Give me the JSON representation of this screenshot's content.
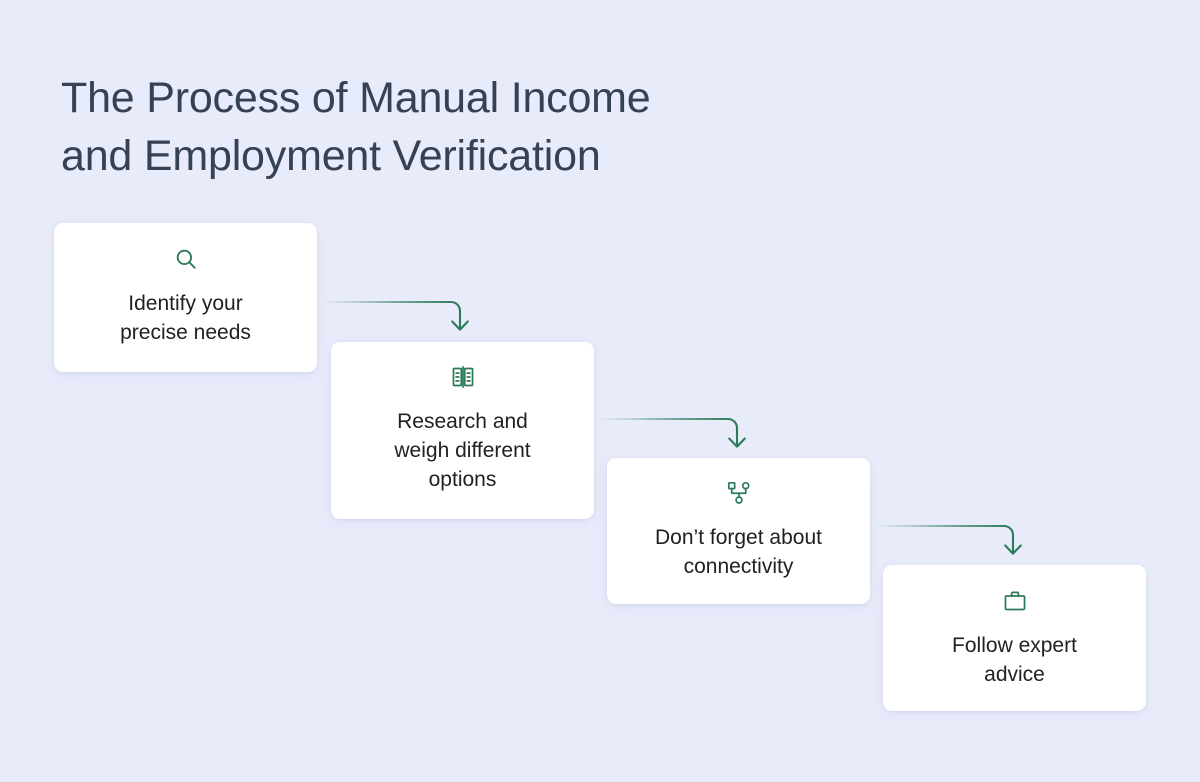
{
  "page": {
    "background_color": "#e8ebfa",
    "accent_color": "#2c7a58",
    "title_color": "#364152",
    "card_background": "#ffffff",
    "card_text_color": "#202124"
  },
  "header": {
    "title": "The Process of Manual Income\nand Employment Verification"
  },
  "steps": [
    {
      "index": 1,
      "icon": "search-icon",
      "label": "Identify your\nprecise needs"
    },
    {
      "index": 2,
      "icon": "open-book-icon",
      "label": "Research and\nweigh different\noptions"
    },
    {
      "index": 3,
      "icon": "network-nodes-icon",
      "label": "Don’t forget about\nconnectivity"
    },
    {
      "index": 4,
      "icon": "briefcase-icon",
      "label": "Follow expert\nadvice"
    }
  ],
  "connectors": [
    {
      "index": 1,
      "from_step": 1,
      "to_step": 2,
      "icon": "arrow-down-elbow-icon"
    },
    {
      "index": 2,
      "from_step": 2,
      "to_step": 3,
      "icon": "arrow-down-elbow-icon"
    },
    {
      "index": 3,
      "from_step": 3,
      "to_step": 4,
      "icon": "arrow-down-elbow-icon"
    }
  ]
}
